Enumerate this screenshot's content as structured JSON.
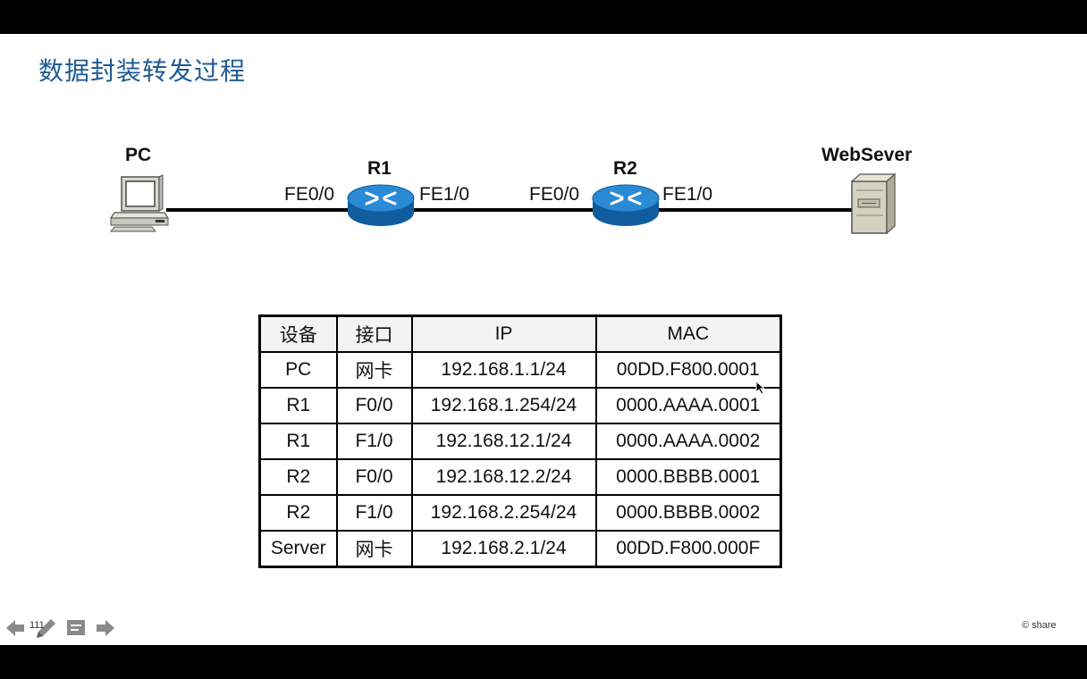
{
  "slide": {
    "title": "数据封装转发过程",
    "page_number": "111",
    "footer": "© share"
  },
  "topology": {
    "devices": {
      "pc": "PC",
      "r1": "R1",
      "r2": "R2",
      "server": "WebSever"
    },
    "interfaces": {
      "r1_left": "FE0/0",
      "r1_right": "FE1/0",
      "r2_left": "FE0/0",
      "r2_right": "FE1/0"
    }
  },
  "address_table": {
    "headers": [
      "设备",
      "接口",
      "IP",
      "MAC"
    ],
    "rows": [
      [
        "PC",
        "网卡",
        "192.168.1.1/24",
        "00DD.F800.0001"
      ],
      [
        "R1",
        "F0/0",
        "192.168.1.254/24",
        "0000.AAAA.0001"
      ],
      [
        "R1",
        "F1/0",
        "192.168.12.1/24",
        "0000.AAAA.0002"
      ],
      [
        "R2",
        "F0/0",
        "192.168.12.2/24",
        "0000.BBBB.0001"
      ],
      [
        "R2",
        "F1/0",
        "192.168.2.254/24",
        "0000.BBBB.0002"
      ],
      [
        "Server",
        "网卡",
        "192.168.2.1/24",
        "00DD.F800.000F"
      ]
    ]
  },
  "controls": {
    "icons": [
      "arrow-left-icon",
      "pen-icon",
      "notes-icon",
      "arrow-right-icon"
    ]
  },
  "colors": {
    "title": "#1f5a93",
    "router_blue": "#1a78c2"
  }
}
